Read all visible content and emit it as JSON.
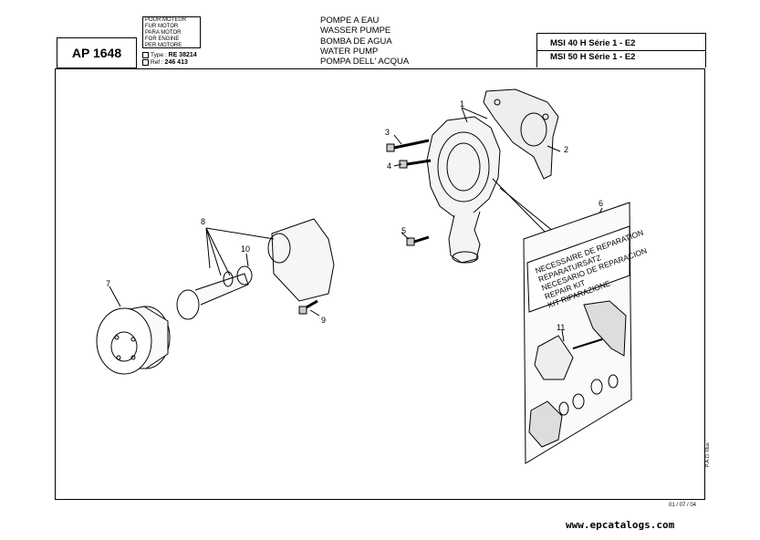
{
  "header": {
    "code": "AP 1648",
    "for_motor": [
      "POUR MOTEUR",
      "FUR MOTOR",
      "PARA MOTOR",
      "FOR ENGINE",
      "PER MOTORE"
    ],
    "type_label": "Type",
    "type_value": "RE 38214",
    "ref_label": "Ref",
    "ref_value": "246 413",
    "titles": [
      "POMPE A EAU",
      "WASSER PUMPE",
      "BOMBA DE AGUA",
      "WATER PUMP",
      "POMPA DELL' ACQUA"
    ],
    "models": [
      "MSI 40 H Série 1 - E2",
      "MSI 50 H Série 1 - E2"
    ]
  },
  "diagram": {
    "callouts": [
      "1",
      "2",
      "3",
      "4",
      "5",
      "6",
      "7",
      "8",
      "9",
      "10",
      "11"
    ],
    "kit_labels": [
      "NECESSAIRE DE REPARATION",
      "REPARATURSATZ",
      "NECESARIO DE REPARACION",
      "REPAIR KIT",
      "KIT RIPARAZIONE"
    ]
  },
  "footer": {
    "date": "01 / 07 / 04",
    "illus": "P.A.O. Illus",
    "website": "www.epcatalogs.com"
  }
}
